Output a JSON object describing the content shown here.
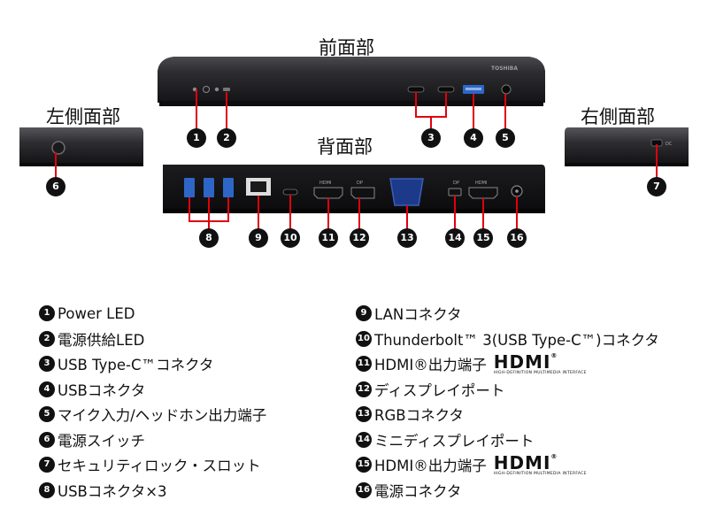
{
  "sections": {
    "front": "前面部",
    "left": "左側面部",
    "right": "右側面部",
    "back": "背面部"
  },
  "device_text": {
    "brand": "TOSHIBA",
    "hdmi_port": "HDMI",
    "dp_port": "DP",
    "mdp_port": "DP",
    "dc_port": "DC"
  },
  "badges": [
    "1",
    "2",
    "3",
    "4",
    "5",
    "6",
    "7",
    "8",
    "9",
    "10",
    "11",
    "12",
    "13",
    "14",
    "15",
    "16"
  ],
  "legend": {
    "col1": [
      {
        "num": "1",
        "text": "Power LED"
      },
      {
        "num": "2",
        "text": "電源供給LED"
      },
      {
        "num": "3",
        "text": "USB Type-C™コネクタ"
      },
      {
        "num": "4",
        "text": "USBコネクタ"
      },
      {
        "num": "5",
        "text": "マイク入力/ヘッドホン出力端子"
      },
      {
        "num": "6",
        "text": "電源スイッチ"
      },
      {
        "num": "7",
        "text": "セキュリティロック・スロット"
      },
      {
        "num": "8",
        "text": "USBコネクタ×3"
      }
    ],
    "col2": [
      {
        "num": "9",
        "text": "LANコネクタ"
      },
      {
        "num": "10",
        "text": "Thunderbolt™ 3(USB Type-C™)コネクタ"
      },
      {
        "num": "11",
        "text": "HDMI®出力端子"
      },
      {
        "num": "12",
        "text": "ディスプレイポート"
      },
      {
        "num": "13",
        "text": "RGBコネクタ"
      },
      {
        "num": "14",
        "text": "ミニディスプレイポート"
      },
      {
        "num": "15",
        "text": "HDMI®出力端子"
      },
      {
        "num": "16",
        "text": "電源コネクタ"
      }
    ]
  },
  "hdmi_logo": {
    "main": "HDMI",
    "mark": "®",
    "sub": "HIGH-DEFINITION MULTIMEDIA INTERFACE"
  },
  "colors": {
    "device_body": "#2a2a2c",
    "device_edge": "#0e0e10",
    "usb_blue": "#2e66c8",
    "badge": "#111111",
    "connector_line": "#e0000b"
  }
}
